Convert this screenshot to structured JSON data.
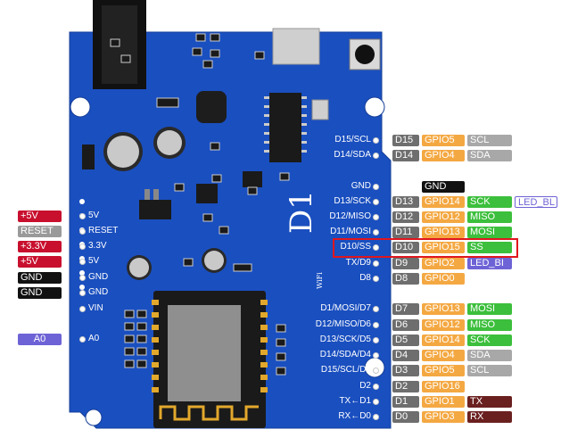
{
  "colors": {
    "board": "#1a4fbf",
    "board_edge": "#1743a8",
    "dnum": "#6e6e6e",
    "gpio": "#f4a842",
    "spi": "#3cbf3c",
    "i2c": "#a8a8a8",
    "uart": "#6b2020",
    "power": "#c8102e",
    "gnd": "#111111",
    "reset": "#9a9a9a",
    "led": "#6e63d6",
    "analog": "#6e63d6",
    "highlight": "#e0161e"
  },
  "board": {
    "brand_main": "D1",
    "brand_sub": "WiFi"
  },
  "left_header": [
    {
      "label": "5V",
      "tag": "+5V",
      "style": "power"
    },
    {
      "label": "RESET",
      "tag": "RESET",
      "style": "reset"
    },
    {
      "label": "3.3V",
      "tag": "+3.3V",
      "style": "power"
    },
    {
      "label": "5V",
      "tag": "+5V",
      "style": "power"
    },
    {
      "label": "GND",
      "tag": "GND",
      "style": "gnd"
    },
    {
      "label": "GND",
      "tag": "GND",
      "style": "gnd"
    },
    {
      "label": "VIN",
      "tag": "",
      "style": ""
    }
  ],
  "analog_pin": {
    "label": "A0",
    "tag": "A0"
  },
  "right_header_top": [
    {
      "label": "D15/SCL",
      "dnum": "D15",
      "gpio": "GPIO5",
      "func": "SCL",
      "func_style": "i2c"
    },
    {
      "label": "D14/SDA",
      "dnum": "D14",
      "gpio": "GPIO4",
      "func": "SDA",
      "func_style": "i2c"
    },
    {
      "label": "",
      "dnum": "",
      "gpio": "",
      "func": "",
      "func_style": ""
    },
    {
      "label": "GND",
      "dnum": "",
      "gpio": "",
      "func": "",
      "func_style": "",
      "gnd_tag": "GND"
    },
    {
      "label": "D13/SCK",
      "dnum": "D13",
      "gpio": "GPIO14",
      "func": "SCK",
      "func_style": "spi",
      "extra": "LED_BL"
    },
    {
      "label": "D12/MISO",
      "dnum": "D12",
      "gpio": "GPIO12",
      "func": "MISO",
      "func_style": "spi"
    },
    {
      "label": "D11/MOSI",
      "dnum": "D11",
      "gpio": "GPIO13",
      "func": "MOSI",
      "func_style": "spi"
    },
    {
      "label": "D10/SS",
      "dnum": "D10",
      "gpio": "GPIO15",
      "func": "SS",
      "func_style": "spi"
    },
    {
      "label": "TX/D9",
      "dnum": "D9",
      "gpio": "GPIO2",
      "func": "LED_BI",
      "func_style": "led"
    },
    {
      "label": "D8",
      "dnum": "D8",
      "gpio": "GPIO0",
      "func": "",
      "func_style": ""
    }
  ],
  "right_header_bottom": [
    {
      "label": "D1/MOSI/D7",
      "dnum": "D7",
      "gpio": "GPIO13",
      "func": "MOSI",
      "func_style": "spi"
    },
    {
      "label": "D12/MISO/D6",
      "dnum": "D6",
      "gpio": "GPIO12",
      "func": "MISO",
      "func_style": "spi"
    },
    {
      "label": "D13/SCK/D5",
      "dnum": "D5",
      "gpio": "GPIO14",
      "func": "SCK",
      "func_style": "spi"
    },
    {
      "label": "D14/SDA/D4",
      "dnum": "D4",
      "gpio": "GPIO4",
      "func": "SDA",
      "func_style": "i2c"
    },
    {
      "label": "D15/SCL/D3",
      "dnum": "D3",
      "gpio": "GPIO5",
      "func": "SCL",
      "func_style": "i2c"
    },
    {
      "label": "D2",
      "dnum": "D2",
      "gpio": "GPIO16",
      "func": "",
      "func_style": ""
    },
    {
      "label": "TX←D1",
      "dnum": "D1",
      "gpio": "GPIO1",
      "func": "TX",
      "func_style": "uart"
    },
    {
      "label": "RX←D0",
      "dnum": "D0",
      "gpio": "GPIO3",
      "func": "RX",
      "func_style": "uart"
    }
  ]
}
